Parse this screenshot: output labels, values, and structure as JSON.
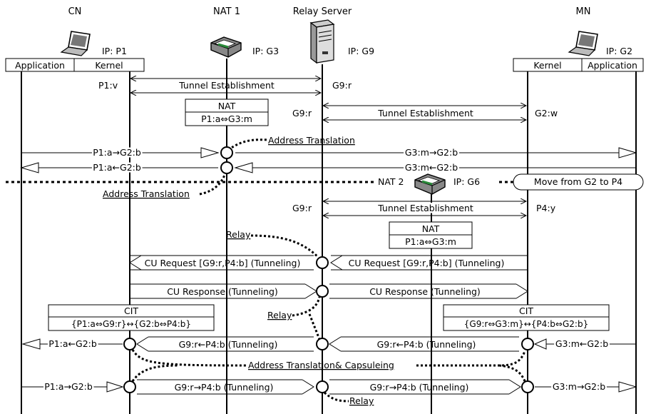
{
  "headers": {
    "cn": "CN",
    "nat1": "NAT 1",
    "relay": "Relay Server",
    "mn": "MN"
  },
  "ips": {
    "cn": "IP: P1",
    "nat1": "IP: G3",
    "relay": "IP: G9",
    "mn": "IP: G2",
    "nat2": "IP: G6"
  },
  "stack": {
    "cn_app": "Application",
    "cn_kernel": "Kernel",
    "mn_kernel": "Kernel",
    "mn_app": "Application"
  },
  "nat2_label": "NAT 2",
  "move_label": "Move from G2 to P4",
  "endpoints": {
    "p1v": "P1:v",
    "g9r_a": "G9:r",
    "g9r_b": "G9:r",
    "g2w": "G2:w",
    "g9r_c": "G9:r",
    "p4y": "P4:y"
  },
  "tunnels": {
    "t1": "Tunnel Establishment",
    "t2": "Tunnel Establishment",
    "t3": "Tunnel Establishment"
  },
  "nat_box1": {
    "title": "NAT",
    "map": "P1:a⇔G3:m"
  },
  "nat_box2": {
    "title": "NAT",
    "map": "P1:a⇔G3:m"
  },
  "annotations": {
    "addr_trans_1": "Address Translation",
    "addr_trans_2": "Address Translation",
    "relay_1": "Relay",
    "relay_2": "Relay",
    "relay_3": "Relay",
    "addr_caps": "Address Translation& Capsuleing"
  },
  "flows": {
    "f1_left": "P1:a→G2:b",
    "f1_right": "G3:m→G2:b",
    "f2_left": "P1:a←G2:b",
    "f2_right": "G3:m←G2:b",
    "cu_req_left": "CU Request [G9:r,P4:b] (Tunneling)",
    "cu_req_right": "CU Request [G9:r,P4:b] (Tunneling)",
    "cu_resp_left": "CU Response (Tunneling)",
    "cu_resp_right": "CU Response (Tunneling)",
    "r1_cn": "P1:a←G2:b",
    "r1_mid_left": "G9:r←P4:b (Tunneling)",
    "r1_mid_right": "G9:r←P4:b (Tunneling)",
    "r1_mn": "G3:m←G2:b",
    "r2_cn": "P1:a→G2:b",
    "r2_mid_left": "G9:r→P4:b (Tunneling)",
    "r2_mid_right": "G9:r→P4:b (Tunneling)",
    "r2_mn": "G3:m→G2:b"
  },
  "cit_left": {
    "title": "CIT",
    "map": "{P1:a⇔G9:r}↔{G2:b⇔P4:b}"
  },
  "cit_right": {
    "title": "CIT",
    "map": "{G9:r⇔G3:m}↔{P4:b⇔G2:b}"
  }
}
